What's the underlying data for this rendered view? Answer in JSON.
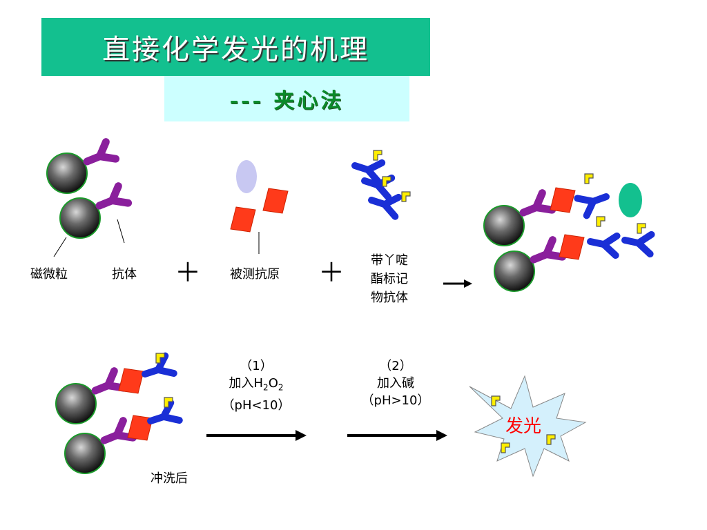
{
  "title": "直接化学发光的机理",
  "subtitle": "--- 夹心法",
  "labels": {
    "bead": "磁微粒",
    "antibody": "抗体",
    "antigen": "被测抗原",
    "labeled_line1": "带丫啶",
    "labeled_line2": "酯标记",
    "labeled_line3": "物抗体",
    "washed": "冲洗后",
    "plus": "＋"
  },
  "steps": {
    "step1_num": "（1）",
    "step1_pre": "加入H",
    "step1_sub1": "2",
    "step1_mid": "O",
    "step1_sub2": "2",
    "step1_cond": "（pH<10）",
    "step2_num": "（2）",
    "step2_action": "加入碱",
    "step2_cond": "（pH>10）"
  },
  "result": "发光",
  "colors": {
    "title_bg": "#13c08f",
    "subtitle_bg": "#ccffff",
    "antibody": "#8a1f9c",
    "labeled_antibody": "#1a2fd6",
    "antigen": "#ff3a1a",
    "label_marker": "#ffee00",
    "glow": "#ff0000"
  }
}
